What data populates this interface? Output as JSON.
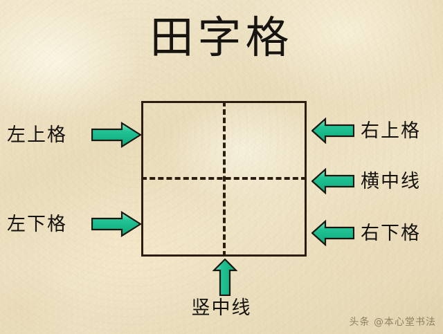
{
  "page": {
    "title": "田字格",
    "background_color": "#eadfc0",
    "ink_color": "#1a1410"
  },
  "grid": {
    "name": "田字格",
    "outer_border_color": "#2a1c0f",
    "dashed_line_color": "#2a1c0f",
    "horizontal_center_line_style": "dashed",
    "vertical_center_line_style": "dashed"
  },
  "arrows": {
    "fill_color": "#16b98c",
    "outline_color": "#1c1a12",
    "highlight_color": "#6ee3bd"
  },
  "labels": {
    "top_left": "左上格",
    "bottom_left": "左下格",
    "top_right": "右上格",
    "middle_right": "横中线",
    "bottom_right": "右下格",
    "bottom_center": "竖中线"
  },
  "watermark": {
    "text": "头条 @本心堂书法"
  }
}
